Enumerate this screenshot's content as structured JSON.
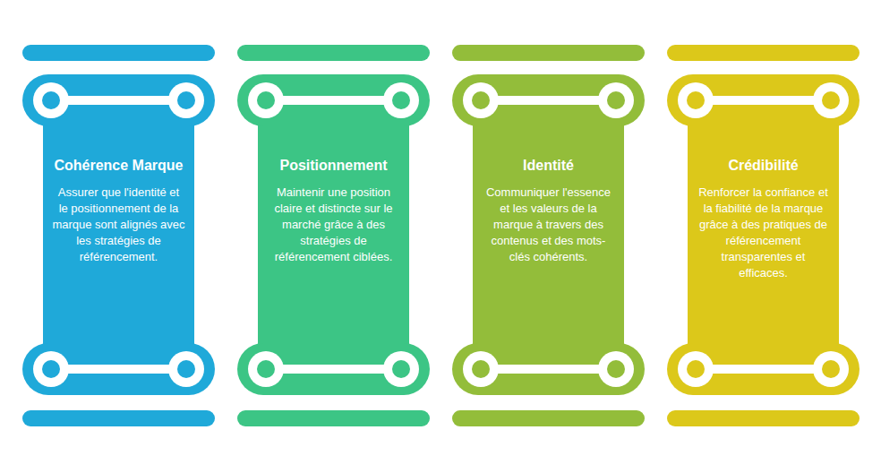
{
  "diagram": {
    "nodes": [
      {
        "text": [
          "Cohérence Marque",
          "Assurer que l'identité et le positionnement de la marque sont alignés avec les stratégies de référencement."
        ]
      },
      {
        "text": [
          "Positionnement",
          "Maintenir une position claire et distincte sur le marché grâce à des stratégies de référencement ciblées."
        ]
      },
      {
        "text": [
          "Identité",
          "Communiquer l'essence et les valeurs de la marque à travers des contenus et des mots-clés cohérents."
        ]
      },
      {
        "text": [
          "Crédibilité",
          "Renforcer la confiance et la fiabilité de la marque grâce à des pratiques de référencement transparentes et efficaces."
        ]
      }
    ]
  }
}
